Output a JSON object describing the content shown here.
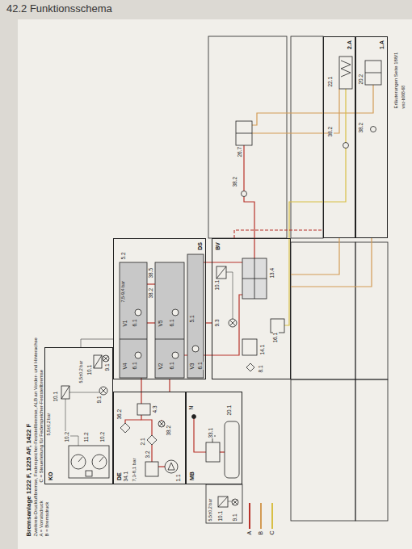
{
  "diagram": {
    "title": "42.2 Funktionsschema",
    "caption": "Bremsanlage 1222 F, 1225 AF, 1422 F",
    "nodes": [
      {
        "text": [
          "KO"
        ]
      },
      {
        "text": [
          "DE"
        ]
      },
      {
        "text": [
          "MB"
        ]
      },
      {
        "text": [
          "DS"
        ]
      },
      {
        "text": [
          "BV"
        ]
      },
      {
        "text": [
          "1.A"
        ]
      },
      {
        "text": [
          "2.A"
        ]
      }
    ],
    "edges": [
      {
        "from": 1,
        "to": 3,
        "arrow": "none"
      },
      {
        "from": 3,
        "to": 4,
        "arrow": "none"
      },
      {
        "from": 4,
        "to": 5,
        "arrow": "none"
      },
      {
        "from": 4,
        "to": 6,
        "arrow": "none"
      },
      {
        "from": 4,
        "to": 6,
        "arrow": "none"
      },
      {
        "from": 0,
        "to": 3,
        "arrow": "none"
      }
    ],
    "labels": [
      "Zweikreis-Druckluftbremse, Federspeicher-Feststellbremse, ALB an Vorder- und Hinterachse",
      "A = Vorratsdruck",
      "C = Steuerleitung für Federspeicher-Feststellbremse",
      "B = Bremsdruck",
      "Erläuterungen Seite 188/1",
      "wsz-b068-68",
      "5,5±0,2 bar",
      "10.1",
      "9.1",
      "10.2",
      "11.2",
      "10.2",
      "5,5±0,2 bar",
      "10.1",
      "9.1",
      "34.1",
      "7,3-8,1 bar",
      "2.1",
      "3.2",
      "1.1",
      "36.2",
      "38.2",
      "4.3",
      "N",
      "33.1",
      "20.1",
      "5.2",
      "V4",
      "6.1",
      "V1",
      "6.1",
      "V2",
      "6.1",
      "V5",
      "6.1",
      "V3",
      "6.1",
      "5.1",
      "38.2",
      "38.5",
      "7,5-9,4 bar",
      "10.1",
      "9.3",
      "13.4",
      "14.1",
      "16.1",
      "8.1",
      "5,5±0,2 bar",
      "10.1",
      "9.1",
      "26.7",
      "38.2",
      "22.1",
      "38.2",
      "20.2",
      "38.2"
    ],
    "legend": [
      {
        "text": "A",
        "color": "#b8322a"
      },
      {
        "text": "B",
        "color": "#d39b55"
      },
      {
        "text": "C",
        "color": "#d8bf45"
      }
    ]
  }
}
